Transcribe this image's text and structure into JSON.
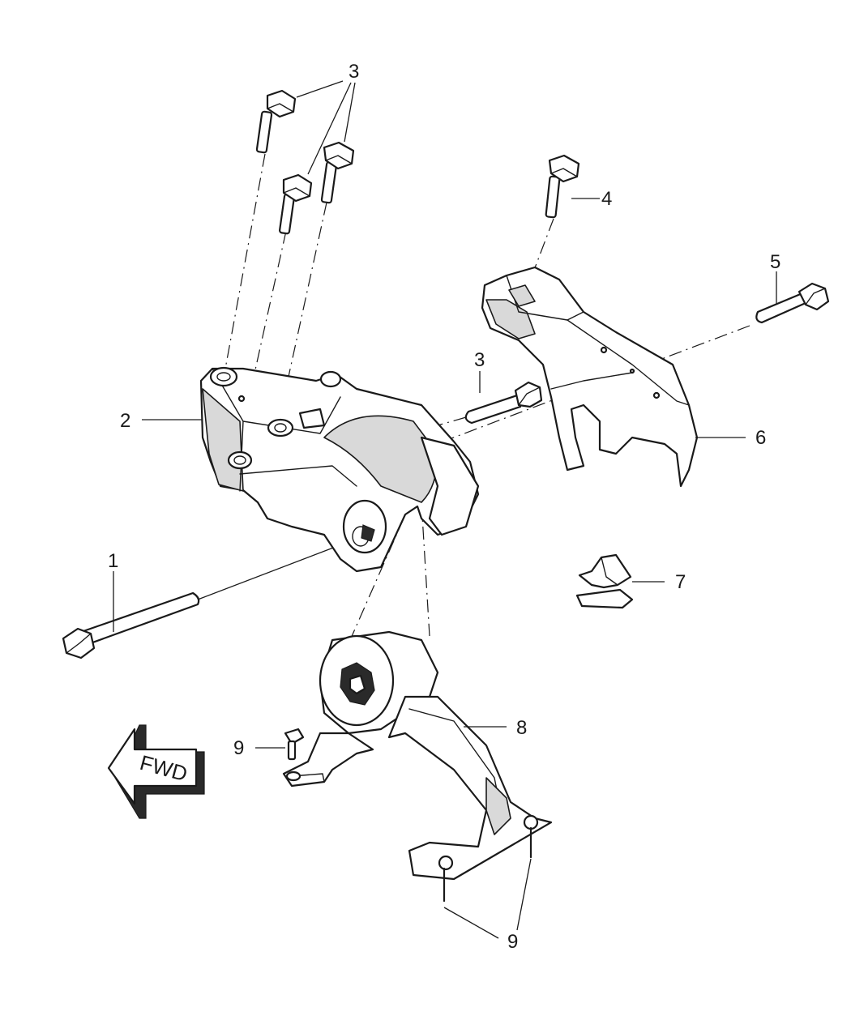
{
  "callouts": [
    {
      "id": "1",
      "label": "1"
    },
    {
      "id": "2",
      "label": "2"
    },
    {
      "id": "3a",
      "label": "3"
    },
    {
      "id": "3b",
      "label": "3"
    },
    {
      "id": "4",
      "label": "4"
    },
    {
      "id": "5",
      "label": "5"
    },
    {
      "id": "6",
      "label": "6"
    },
    {
      "id": "7",
      "label": "7"
    },
    {
      "id": "8",
      "label": "8"
    },
    {
      "id": "9a",
      "label": "9"
    },
    {
      "id": "9b",
      "label": "9"
    }
  ],
  "direction_arrow": {
    "label": "FWD"
  }
}
